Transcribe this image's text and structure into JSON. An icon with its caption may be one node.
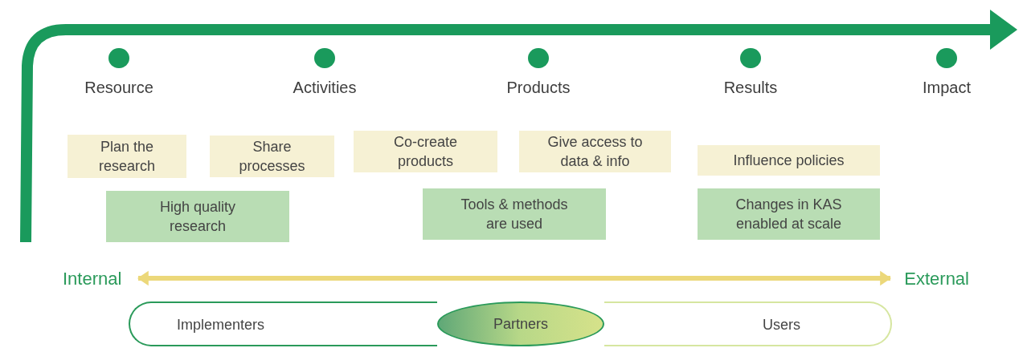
{
  "diagram": {
    "nodes": [
      {
        "text": [
          "Resource"
        ]
      },
      {
        "text": [
          "Activities"
        ]
      },
      {
        "text": [
          "Products"
        ]
      },
      {
        "text": [
          "Results"
        ]
      },
      {
        "text": [
          "Impact"
        ]
      },
      {
        "text": [
          "Plan the research"
        ]
      },
      {
        "text": [
          "Share processes"
        ]
      },
      {
        "text": [
          "Co-create products"
        ]
      },
      {
        "text": [
          "Give access to data & info"
        ]
      },
      {
        "text": [
          "Influence policies"
        ]
      },
      {
        "text": [
          "High quality research"
        ]
      },
      {
        "text": [
          "Tools & methods are used"
        ]
      },
      {
        "text": [
          "Changes in KAS enabled at scale"
        ]
      },
      {
        "text": [
          "Internal"
        ]
      },
      {
        "text": [
          "External"
        ]
      },
      {
        "text": [
          "Implementers"
        ]
      },
      {
        "text": [
          "Partners"
        ]
      },
      {
        "text": [
          "Users"
        ]
      }
    ],
    "edges": [
      {
        "from": 13,
        "to": 14,
        "arrow": "both",
        "color": "#ecd87a"
      }
    ]
  }
}
